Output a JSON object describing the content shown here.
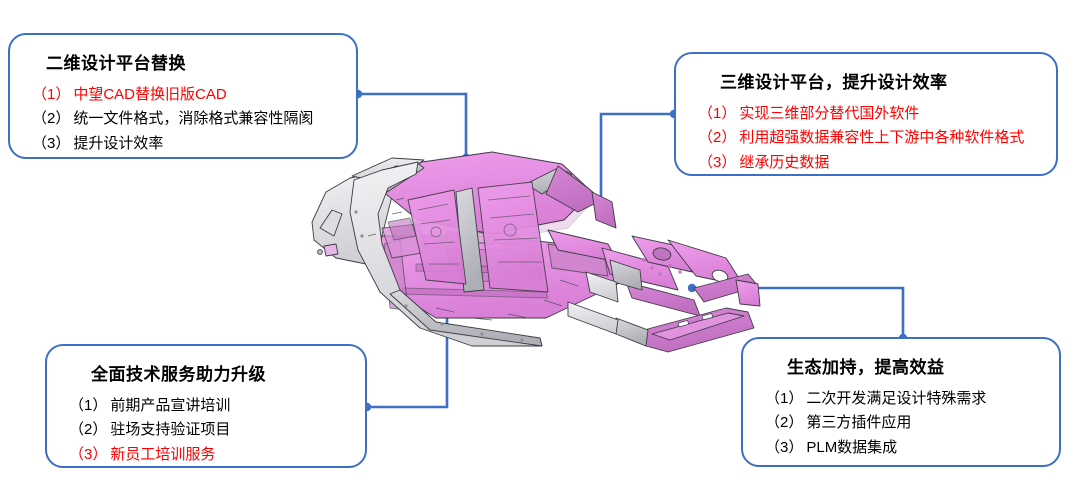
{
  "slide": {
    "kind": "four-quadrant-callout-diagram",
    "accent_color": "#3d6fc4",
    "highlight_color": "#ff0000",
    "text_color": "#000000",
    "background_color": "#ffffff",
    "center_graphic": {
      "name": "car-body-in-white-3d-model",
      "body_color": "#e28ce0",
      "panel_color": "#d9d9dc",
      "outline_color": "#3a3a40"
    }
  },
  "callouts": [
    {
      "id": "two-dimensional-design-platform-replacement",
      "title": "二维设计平台替换",
      "items": [
        {
          "num": "（1）",
          "text": "中望CAD替换旧版CAD",
          "highlight": true
        },
        {
          "num": "（2）",
          "text": "统一文件格式，消除格式兼容性隔阂",
          "highlight": false
        },
        {
          "num": "（3）",
          "text": "提升设计效率",
          "highlight": false
        }
      ]
    },
    {
      "id": "three-dimensional-design-platform",
      "title": "三维设计平台，提升设计效率",
      "items": [
        {
          "num": "（1）",
          "text": "实现三维部分替代国外软件",
          "highlight": true
        },
        {
          "num": "（2）",
          "text": "利用超强数据兼容性上下游中各种软件格式",
          "highlight": true
        },
        {
          "num": "（3）",
          "text": "继承历史数据",
          "highlight": true
        }
      ]
    },
    {
      "id": "full-technical-service-upgrade",
      "title": "全面技术服务助力升级",
      "items": [
        {
          "num": "（1）",
          "text": "前期产品宣讲培训",
          "highlight": false
        },
        {
          "num": "（2）",
          "text": "驻场支持验证项目",
          "highlight": false
        },
        {
          "num": "（3）",
          "text": "新员工培训服务",
          "highlight": true
        }
      ]
    },
    {
      "id": "ecosystem-support-efficiency",
      "title": "生态加持，提高效益",
      "items": [
        {
          "num": "（1）",
          "text": "二次开发满足设计特殊需求",
          "highlight": false
        },
        {
          "num": "（2）",
          "text": "第三方插件应用",
          "highlight": false
        },
        {
          "num": "（3）",
          "text": "PLM数据集成",
          "highlight": false
        }
      ]
    }
  ]
}
